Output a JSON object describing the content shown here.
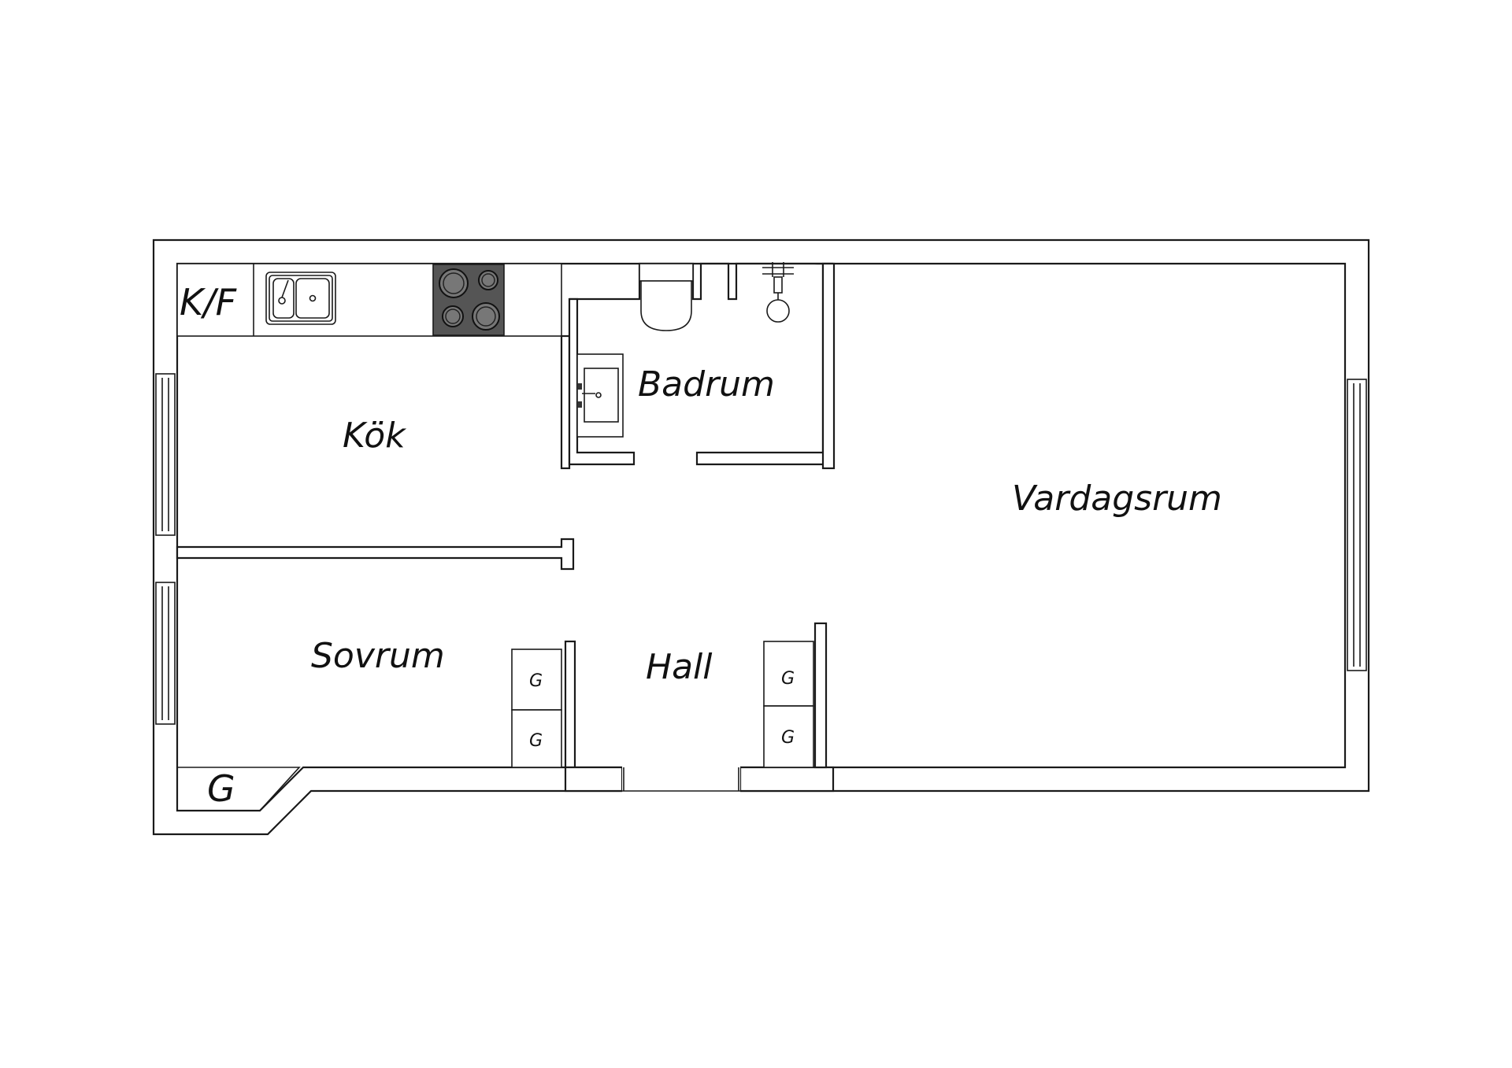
{
  "plan": {
    "rooms": {
      "kok": "Kök",
      "badrum": "Badrum",
      "vardagsrum": "Vardagsrum",
      "sovrum": "Sovrum",
      "hall": "Hall"
    },
    "fixtures": {
      "fridge_freezer": "K/F",
      "closet": "G"
    },
    "colors": {
      "wall": "#1a1a1a",
      "stove": "#555555",
      "background": "#ffffff"
    }
  }
}
